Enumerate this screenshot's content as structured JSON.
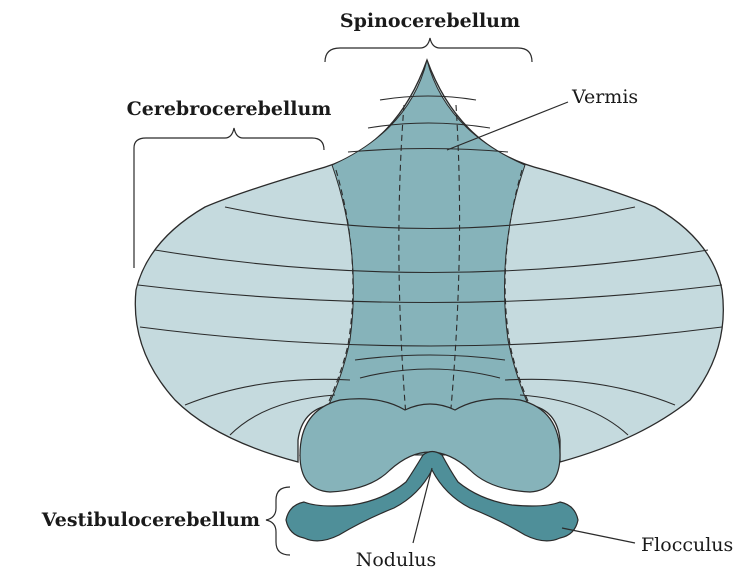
{
  "labels": {
    "spinocerebellum": "Spinocerebellum",
    "cerebrocerebellum": "Cerebrocerebellum",
    "vermis": "Vermis",
    "vestibulocerebellum": "Vestibulocerebellum",
    "nodulus": "Nodulus",
    "flocculus": "Flocculus"
  },
  "colors": {
    "hemisphere_fill": "#c5dade",
    "vermis_fill": "#86b3ba",
    "flocculonodular_fill": "#4f8f99",
    "outline": "#2b2b2b"
  }
}
